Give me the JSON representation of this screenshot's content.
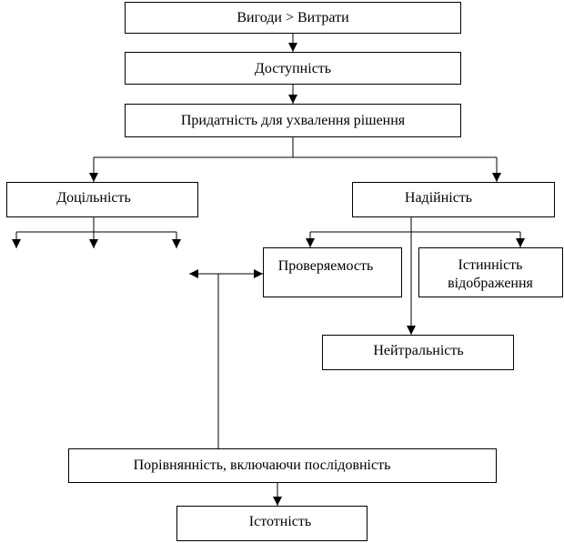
{
  "nodes": {
    "benefits_costs": "Вигоди > Витрати",
    "accessibility": "Доступність",
    "decision_usefulness": "Придатність для ухвалення рішення",
    "relevance": "Доцільність",
    "reliability": "Надійність",
    "verifiability": "Проверяемость",
    "faithful_line1": "Істинність",
    "faithful_line2": "відображення",
    "neutrality": "Нейтральність",
    "comparability": "Порівнянність, включаючи послідовність",
    "materiality": "Істотність"
  }
}
